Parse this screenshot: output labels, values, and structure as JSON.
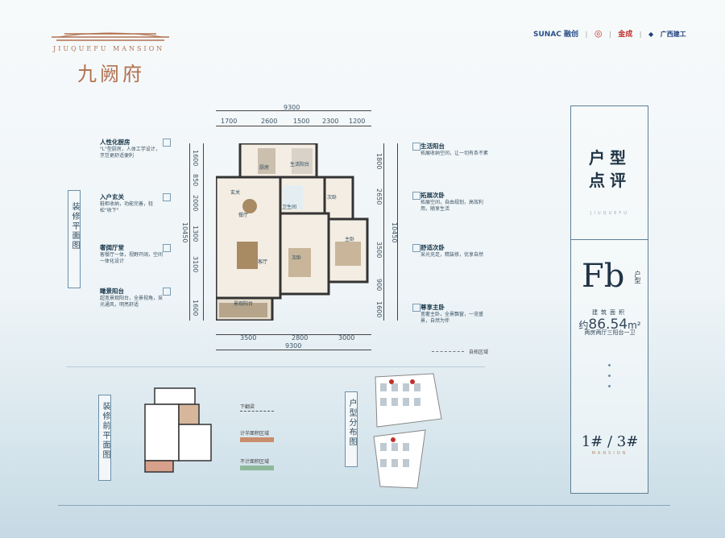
{
  "brand": {
    "en": "JIUQUEFU MANSION",
    "cn": "九阙府"
  },
  "sponsors": {
    "sunac": "SUNAC 融创",
    "jincheng": "金成",
    "guangxi": "广西建工",
    "sep": "|"
  },
  "plan": {
    "top_total": "9300",
    "top_segments": [
      "1700",
      "2600",
      "1500",
      "2300",
      "1200"
    ],
    "bottom_segments": [
      "3500",
      "2800",
      "3000"
    ],
    "bottom_total": "9300",
    "left_total": "10450",
    "left_segments": [
      "1600",
      "850",
      "2000",
      "1300",
      "3100",
      "1600"
    ],
    "right_total": "10450",
    "right_segments": [
      "1800",
      "2650",
      "3500",
      "900",
      "1600"
    ],
    "rooms": {
      "kitchen": "厨房",
      "life_balcony": "生活阳台",
      "entry": "玄关",
      "dining": "餐厅",
      "bath": "卫生间",
      "second_bed": "次卧",
      "living": "客厅",
      "bed2": "次卧",
      "master": "主卧",
      "view_balcony": "景观阳台"
    },
    "self_area": "自拓区域"
  },
  "callouts_left": [
    {
      "title": "人性化厨房",
      "text": "\"L\"型厨房，人体工学设计，烹饪更舒适便利"
    },
    {
      "title": "入户玄关",
      "text": "鞋柜收纳，功能完善，轻松\"收下\""
    },
    {
      "title": "奢阔厅堂",
      "text": "客餐厅一体，视野开阔，空间一体化设计"
    },
    {
      "title": "瞰景阳台",
      "text": "超宽景观阳台，全景视角，采光通风，明亮舒适"
    }
  ],
  "callouts_right": [
    {
      "title": "生活阳台",
      "text": "拓展收纳空间，让一切有条不紊"
    },
    {
      "title": "拓展次卧",
      "text": "拓展空间，自由规划，高效利用，随享生活"
    },
    {
      "title": "舒适次卧",
      "text": "采光充足，精装修，优享自然"
    },
    {
      "title": "尊享主卧",
      "text": "宽奢主卧，全景飘窗，一览盛景，自然为伴"
    }
  ],
  "side_labels": {
    "decorated_plan": "装修平面图",
    "pre_plan": "装修前平面图",
    "distribution": "户型分布图"
  },
  "legend": {
    "beam": "下翻梁",
    "counted": "计半面积区域",
    "uncounted": "不计面积区域"
  },
  "panel": {
    "review": "户型\n点评",
    "review_en": "JIUQUEFU",
    "type": "Fb",
    "type_suffix": "户型",
    "area_label": "建筑面积",
    "area_prefix": "约",
    "area_value": "86.54",
    "area_unit": "m²",
    "layout": "两房两厅三阳台一卫",
    "buildings": "1# / 3#",
    "buildings_sub": "MANSION"
  },
  "colors": {
    "brand": "#b0714f",
    "ink": "#1f3446",
    "frame": "#5d7f97",
    "counted": "#c98d6c",
    "uncounted": "#8fb89a"
  }
}
